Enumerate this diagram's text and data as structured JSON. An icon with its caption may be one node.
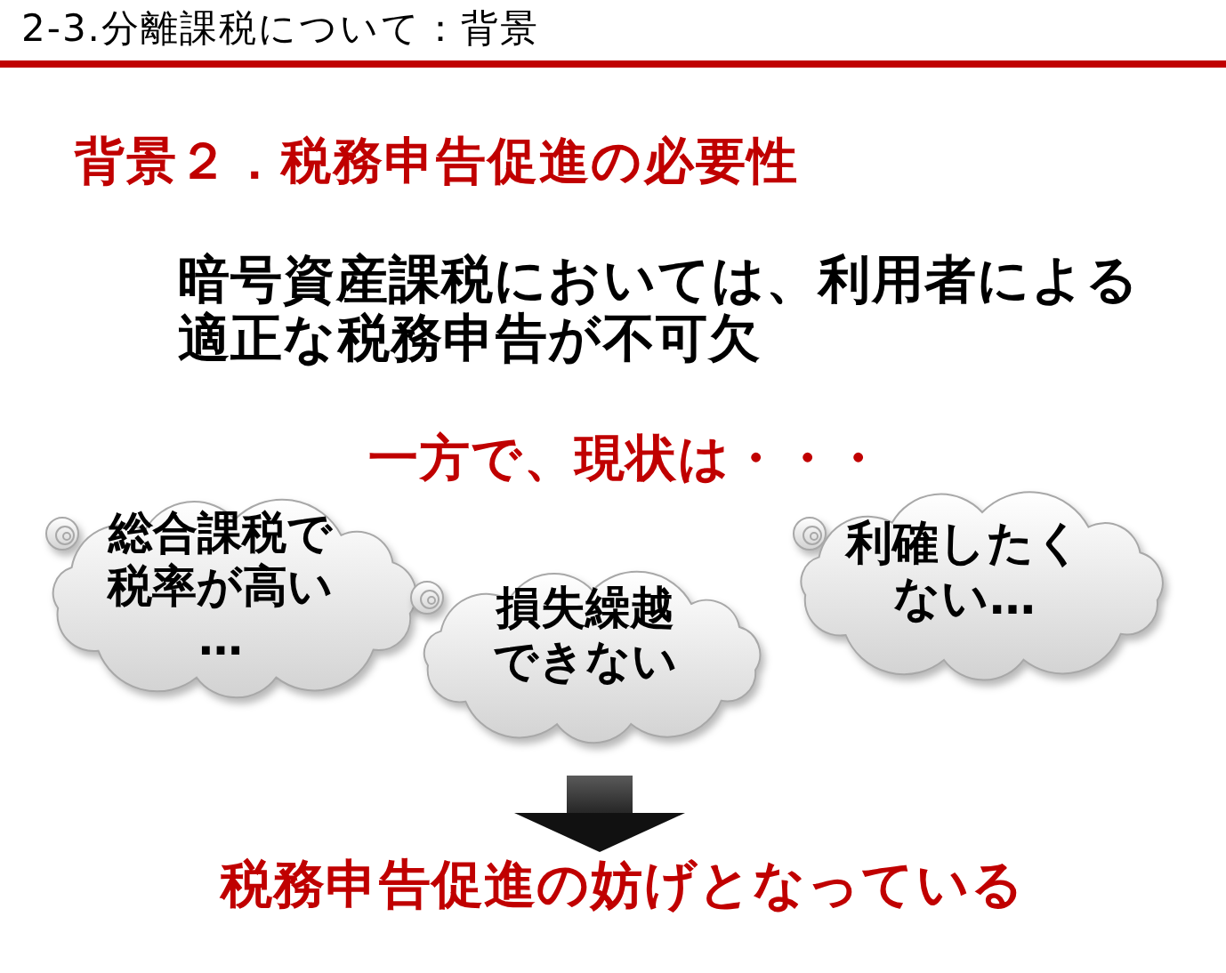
{
  "diagram": {
    "title": "2-3.分離課税について：背景",
    "nodes": [
      {
        "text": [
          "総合課税で税率が高い…"
        ]
      },
      {
        "text": [
          "損失繰越できない"
        ]
      },
      {
        "text": [
          "利確したくない…"
        ]
      },
      {
        "text": [
          "税務申告促進の妨げとなっている"
        ]
      }
    ],
    "edges": [
      {
        "from": null,
        "to": 3,
        "arrow": "to",
        "style": "thick"
      }
    ],
    "labels": [
      "背景２．税務申告促進の必要性",
      "暗号資産課税においては、利用者による適正な税務申告が不可欠",
      "一方で、現状は・・・"
    ]
  }
}
